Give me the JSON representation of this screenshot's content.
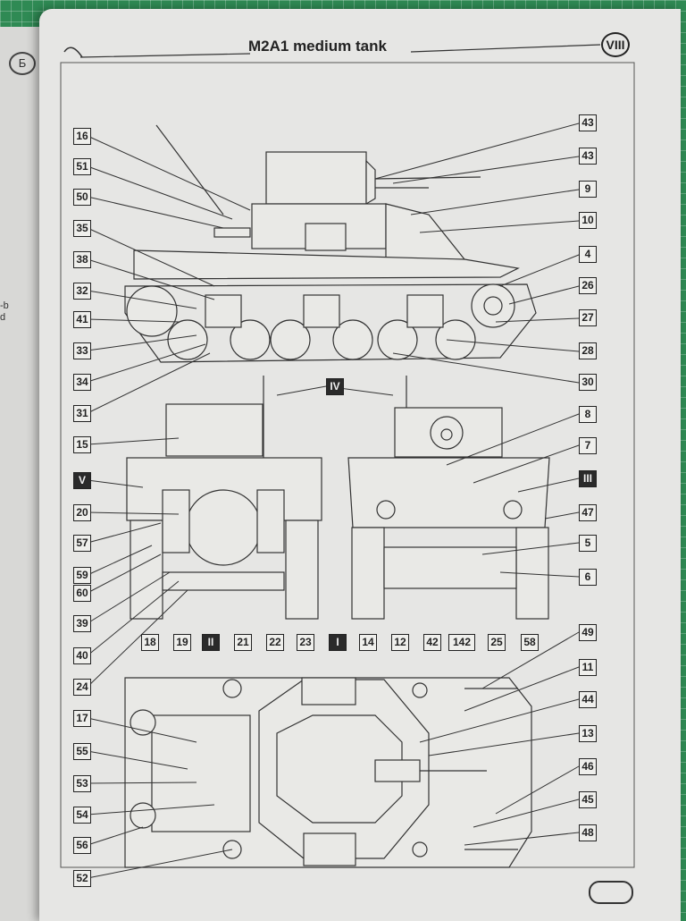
{
  "page": {
    "title": "M2A1 medium tank",
    "page_roman": "VIII",
    "left_page_number": "Б",
    "left_page_fragment": "-b d"
  },
  "callouts": {
    "side_left": [
      "16",
      "51",
      "50",
      "35",
      "38",
      "32",
      "41",
      "33",
      "34",
      "31"
    ],
    "side_right": [
      "43",
      "43",
      "9",
      "10",
      "4",
      "26",
      "27",
      "28",
      "30"
    ],
    "view_front_left": [
      "15",
      "V",
      "20",
      "57",
      "59",
      "60",
      "39",
      "40",
      "24"
    ],
    "view_bottom_row": [
      "18",
      "19",
      "II",
      "21",
      "22",
      "23",
      "I",
      "14",
      "12",
      "42",
      "142",
      "25",
      "58"
    ],
    "view_rear_right": [
      "8",
      "7",
      "III",
      "47",
      "5",
      "6"
    ],
    "view_center_top": "IV",
    "top_left": [
      "17",
      "55",
      "53",
      "54",
      "56",
      "52"
    ],
    "top_right": [
      "49",
      "11",
      "44",
      "13",
      "46",
      "45",
      "48"
    ]
  }
}
